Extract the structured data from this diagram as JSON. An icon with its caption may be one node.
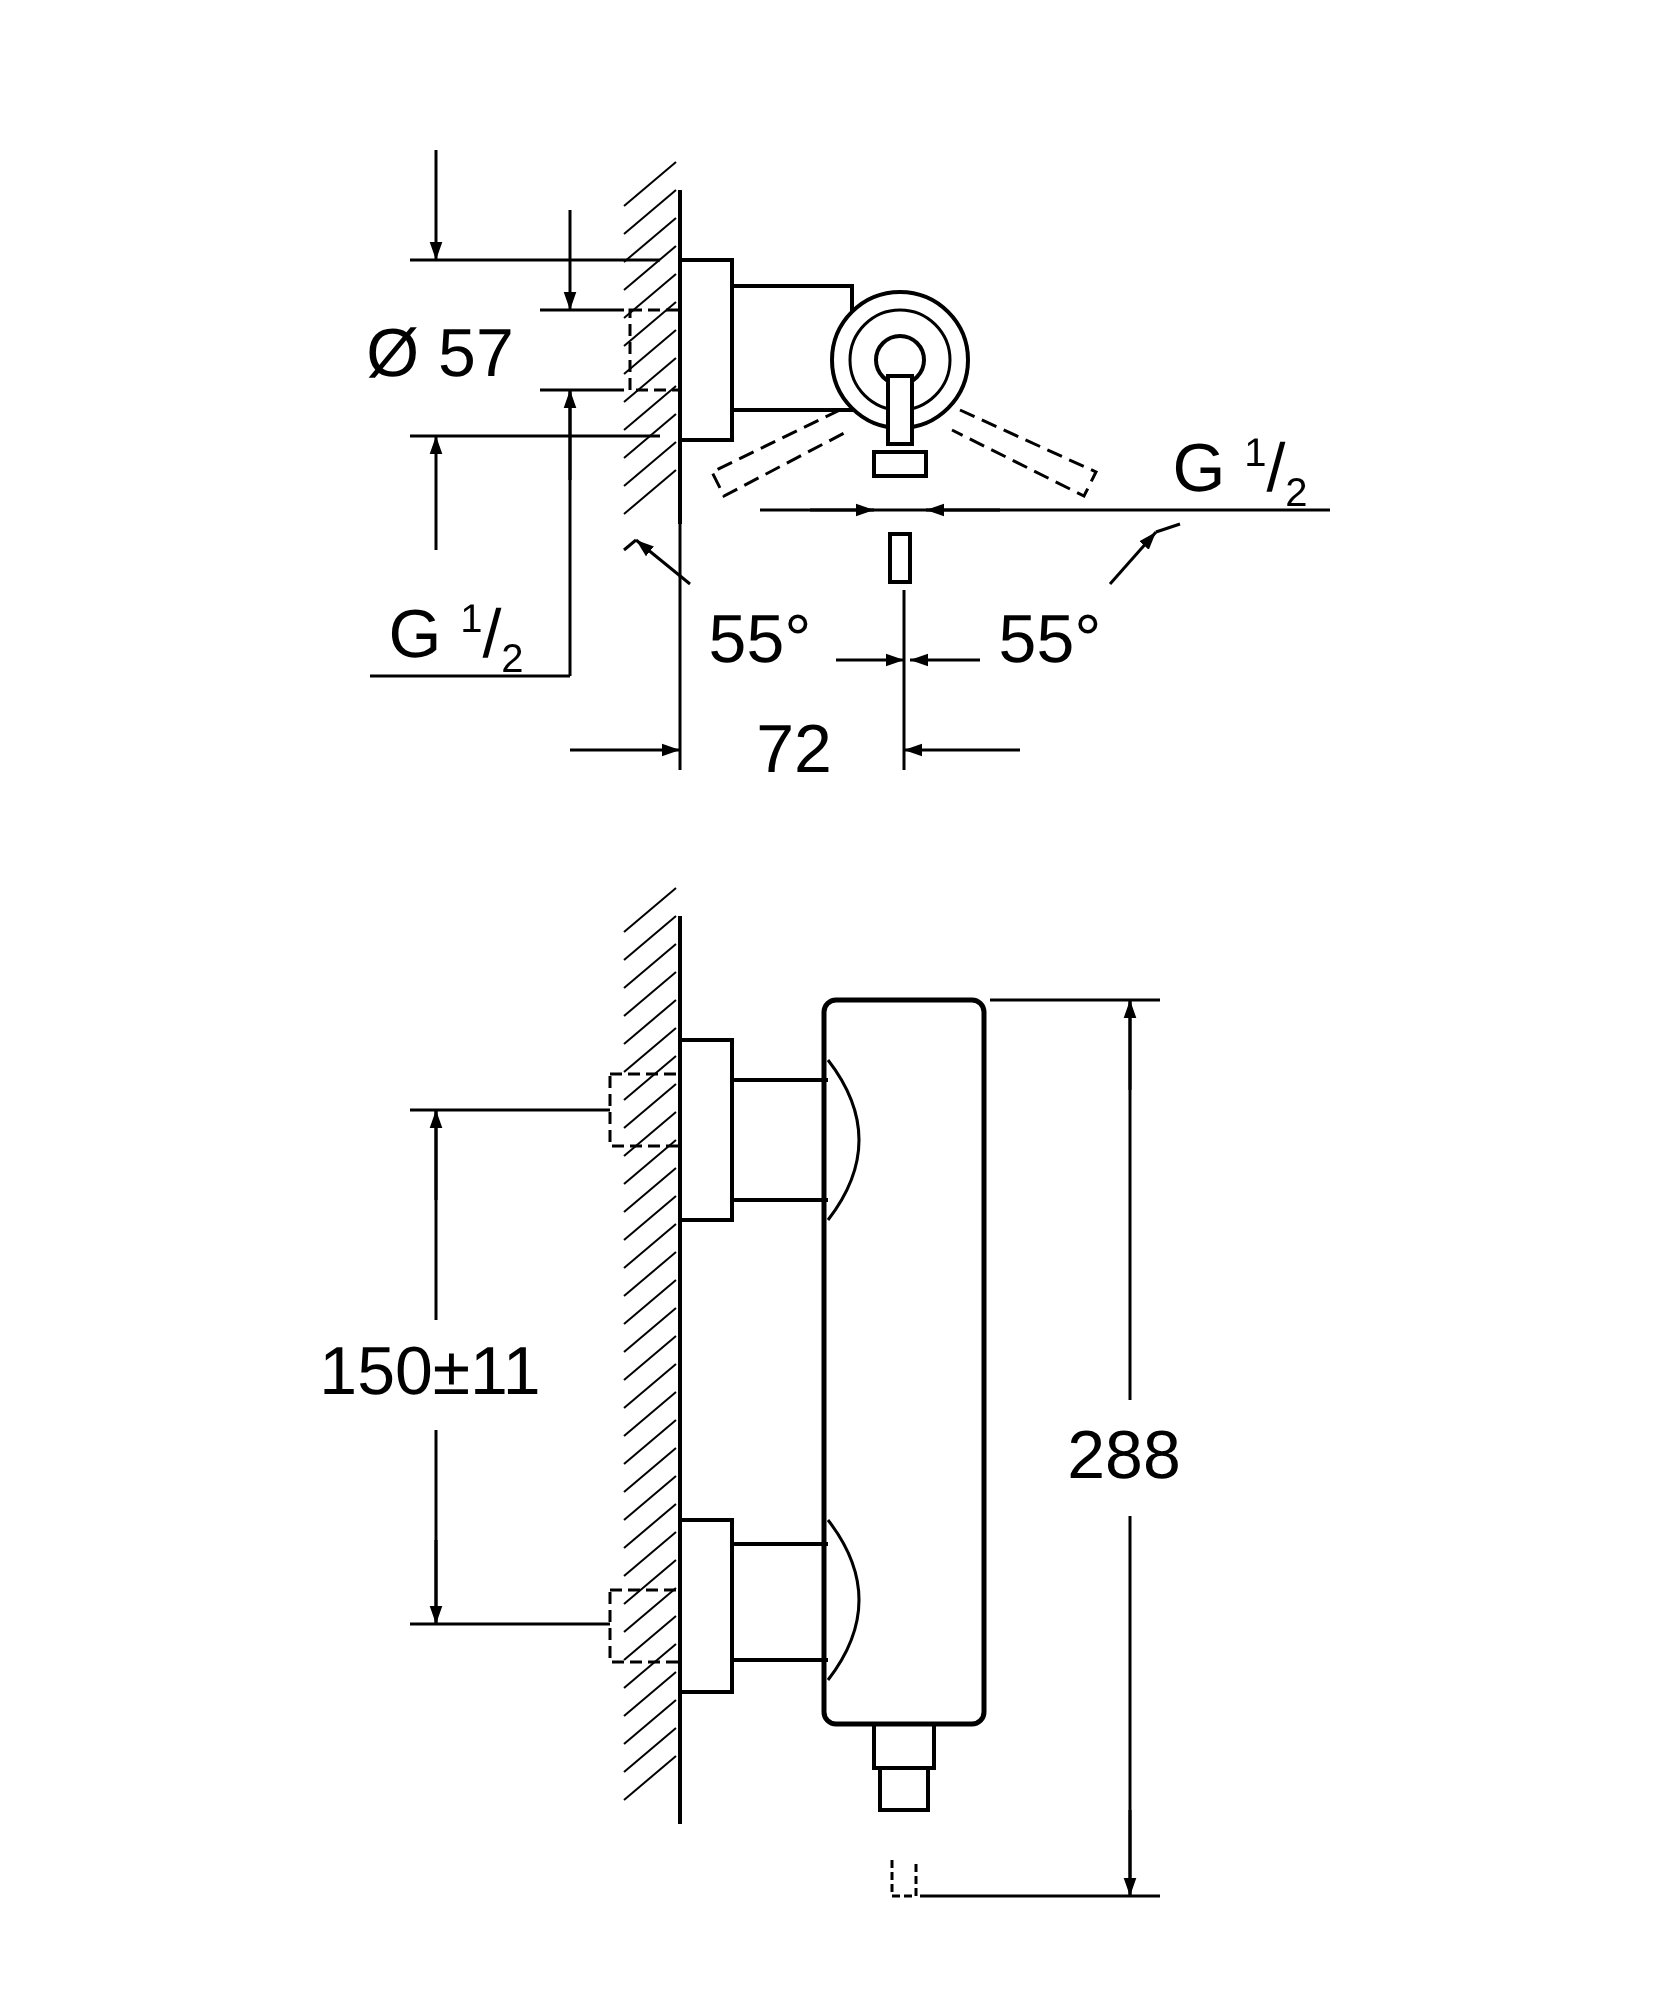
{
  "diagram": {
    "labels": [
      "Ø 57",
      "G $^{1}$/$_{2}$",
      "G $^{1}$/$_{2}$",
      "55°",
      "55°",
      "72",
      "150±11",
      "288"
    ]
  }
}
